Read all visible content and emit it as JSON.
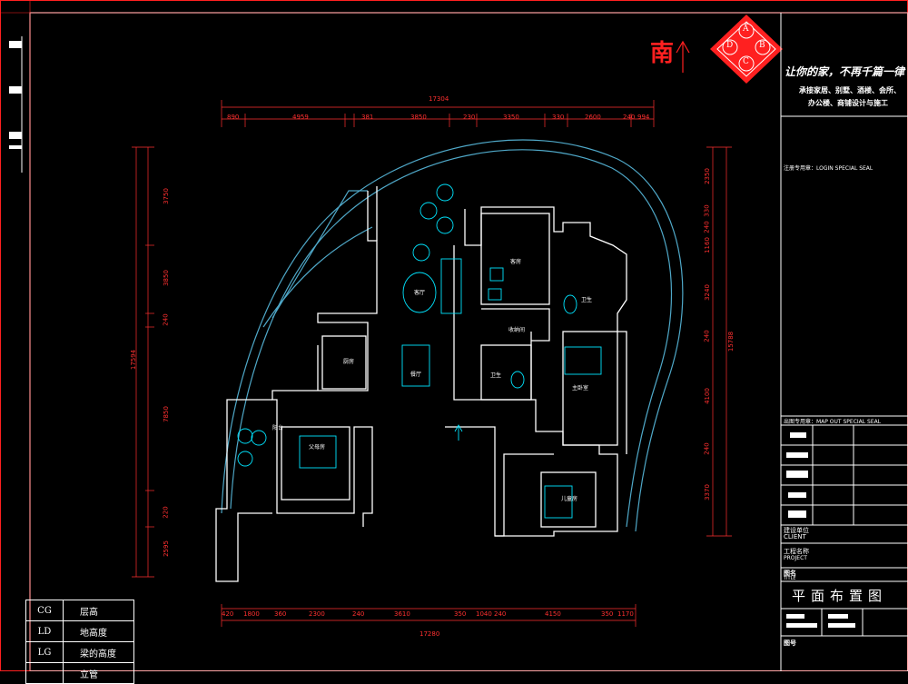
{
  "orientation": {
    "south_char": "南",
    "arrow": "up"
  },
  "logo": {
    "letters": [
      "A",
      "B",
      "C",
      "D"
    ]
  },
  "title_block": {
    "slogan": "让你的家，不再千篇一律",
    "services_line1": "承接家居、别墅、酒楼、会所、",
    "services_line2": "办公楼、商铺设计与施工",
    "login_seal": "注册专用章：LOGIN SPECIAL SEAL",
    "map_out_seal": "出图专用章：MAP OUT SPECIAL SEAL",
    "client_cn": "建设单位",
    "client_en": "CLIENT",
    "project_cn": "工程名称",
    "project_en": "PROJECT",
    "drawing_name_cn": "图名",
    "drawing_name_en": "TITLE",
    "drawing_title": "平面布置图",
    "drawing_no": "图号"
  },
  "dimensions": {
    "top_total": "17304",
    "top_segments": [
      "890",
      "4959",
      "381",
      "3850",
      "230",
      "3350",
      "330",
      "2600",
      "240",
      "994"
    ],
    "bottom_total": "17280",
    "bottom_segments": [
      "420",
      "1800",
      "360",
      "2300",
      "240",
      "3610",
      "350",
      "1040",
      "240",
      "4150",
      "350",
      "1170"
    ],
    "left_total": "17594",
    "left_segments": [
      "3750",
      "3850",
      "240",
      "7850",
      "220",
      "2595"
    ],
    "right_total": "15788",
    "right_segments": [
      "2350",
      "330",
      "240",
      "1160",
      "3240",
      "240",
      "4100",
      "240",
      "3370"
    ]
  },
  "rooms": {
    "guest_bedroom": "客房",
    "living_room": "客厅",
    "bathroom_1": "卫生",
    "storage": "收纳间",
    "kitchen": "厨房",
    "dining_room": "餐厅",
    "bathroom_2": "卫生",
    "master_bedroom": "主卧室",
    "balcony": "阳台",
    "parents_room": "父母房",
    "childs_room": "儿童房"
  },
  "legend": [
    {
      "code": "CG",
      "label": "层高"
    },
    {
      "code": "LD",
      "label": "地高度"
    },
    {
      "code": "LG",
      "label": "梁的高度"
    },
    {
      "code": "",
      "label": "立管"
    }
  ],
  "colors": {
    "wall": "#ffffff",
    "dimension": "#ff3030",
    "curve": "#4fa8c8",
    "cyan": "#00e5ff",
    "frame": "#ff2020"
  }
}
